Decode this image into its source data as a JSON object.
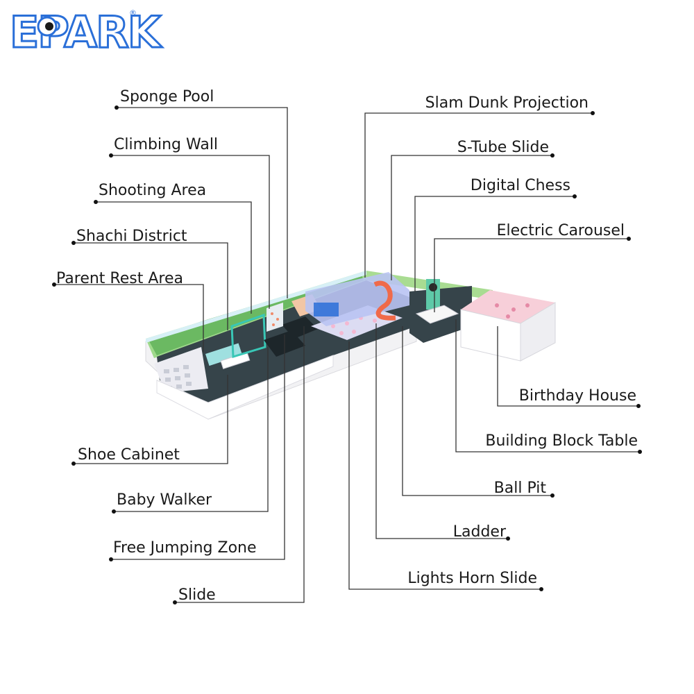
{
  "brand": {
    "logo_text": "EPARK",
    "registered_mark": "®",
    "logo_color": "#2a6fd8"
  },
  "colors": {
    "leader_line": "#333333",
    "label_text": "#1a1a1a",
    "park_floor": "#2f3a3f",
    "park_wall": "#ffffff",
    "mural_green": "#7cc36a",
    "ball_pit": "#d8d9f0",
    "birthday_house": "#f4c2cf"
  },
  "labels": {
    "sponge_pool": "Sponge Pool",
    "climbing_wall": "Climbing Wall",
    "shooting_area": "Shooting Area",
    "shachi_district": "Shachi District",
    "parent_rest_area": "Parent Rest Area",
    "shoe_cabinet": "Shoe Cabinet",
    "baby_walker": "Baby Walker",
    "free_jumping_zone": "Free Jumping Zone",
    "slide": "Slide",
    "slam_dunk_projection": "Slam Dunk Projection",
    "s_tube_slide": "S-Tube Slide",
    "digital_chess": "Digital Chess",
    "electric_carousel": "Electric Carousel",
    "birthday_house": "Birthday House",
    "building_block_table": "Building Block Table",
    "ball_pit": "Ball Pit",
    "ladder": "Ladder",
    "lights_horn_slide": "Lights Horn Slide"
  },
  "icons": {
    "leader_endpoint": "dot-icon",
    "logo_eye": "eye-icon"
  }
}
